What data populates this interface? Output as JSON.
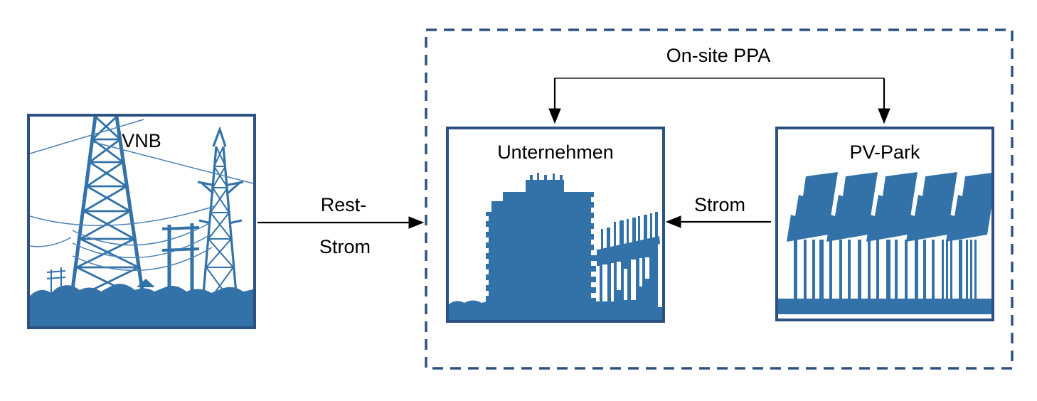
{
  "nodes": {
    "vnb": {
      "label": "VNB"
    },
    "unternehmen": {
      "label": "Unternehmen"
    },
    "pv_park": {
      "label": "PV-Park"
    }
  },
  "group": {
    "label": "On-site PPA"
  },
  "flows": {
    "rest_strom": {
      "line1": "Rest-",
      "line2": "Strom"
    },
    "strom": {
      "label": "Strom"
    }
  },
  "colors": {
    "box_border_navy": "#2e5184",
    "silhouette_blue": "#3272a8",
    "thin_line_blue": "#4a81b4",
    "arrow_black": "#000000",
    "background": "#ffffff"
  },
  "icons": {
    "vnb_image": "transmission-towers",
    "unternehmen_image": "office-buildings",
    "pv_park_image": "solar-panel-array"
  }
}
